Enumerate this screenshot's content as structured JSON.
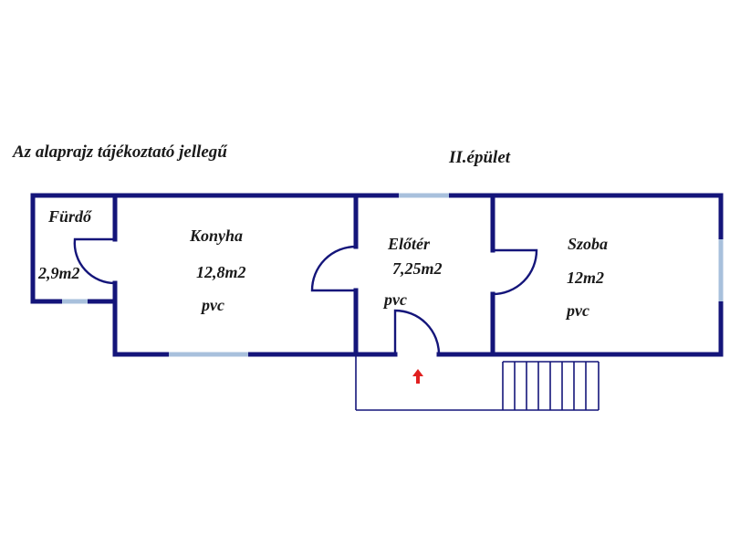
{
  "header": {
    "note": "Az alaprajz tájékoztató jellegű",
    "building": "II.épület"
  },
  "rooms": {
    "bathroom": {
      "name": "Fürdő",
      "area": "2,9m2"
    },
    "kitchen": {
      "name": "Konyha",
      "area": "12,8m2",
      "floor": "pvc"
    },
    "hall": {
      "name": "Előtér",
      "area": "7,25m2",
      "floor": "pvc"
    },
    "room": {
      "name": "Szoba",
      "area": "12m2",
      "floor": "pvc"
    }
  },
  "colors": {
    "wall": "#14157a",
    "window": "#a8c0dc",
    "entrance_marker": "#e02020"
  },
  "icons": [
    "entrance-arrow-icon"
  ]
}
